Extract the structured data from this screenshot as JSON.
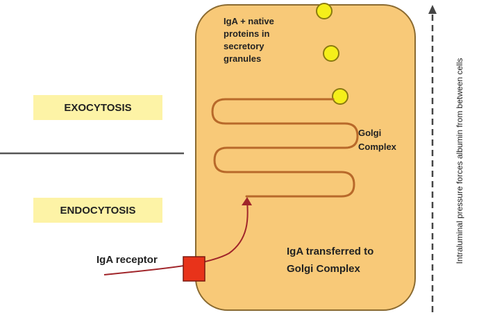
{
  "labels": {
    "exocytosis": "EXOCYTOSIS",
    "endocytosis": "ENDOCYTOSIS",
    "granules": "IgA + native proteins in secretory granules",
    "golgi": "Golgi Complex",
    "transfer": "IgA transferred to Golgi Complex",
    "receptor": "IgA receptor",
    "pressure": "Intraluminal pressure forces albumin from between cells"
  },
  "colors": {
    "cell_fill": "#f8c978",
    "cell_stroke": "#8a6a30",
    "label_box": "#fdf3a6",
    "granule_fill": "#f5ef1a",
    "golgi_line": "#b8692a",
    "receptor_fill": "#e8331a",
    "receptor_path": "#a0252a",
    "divider": "#555555",
    "dashed_line": "#444444"
  },
  "icons": {
    "granule": "yellow-circle",
    "receptor": "red-square",
    "arrow": "arrowhead"
  }
}
